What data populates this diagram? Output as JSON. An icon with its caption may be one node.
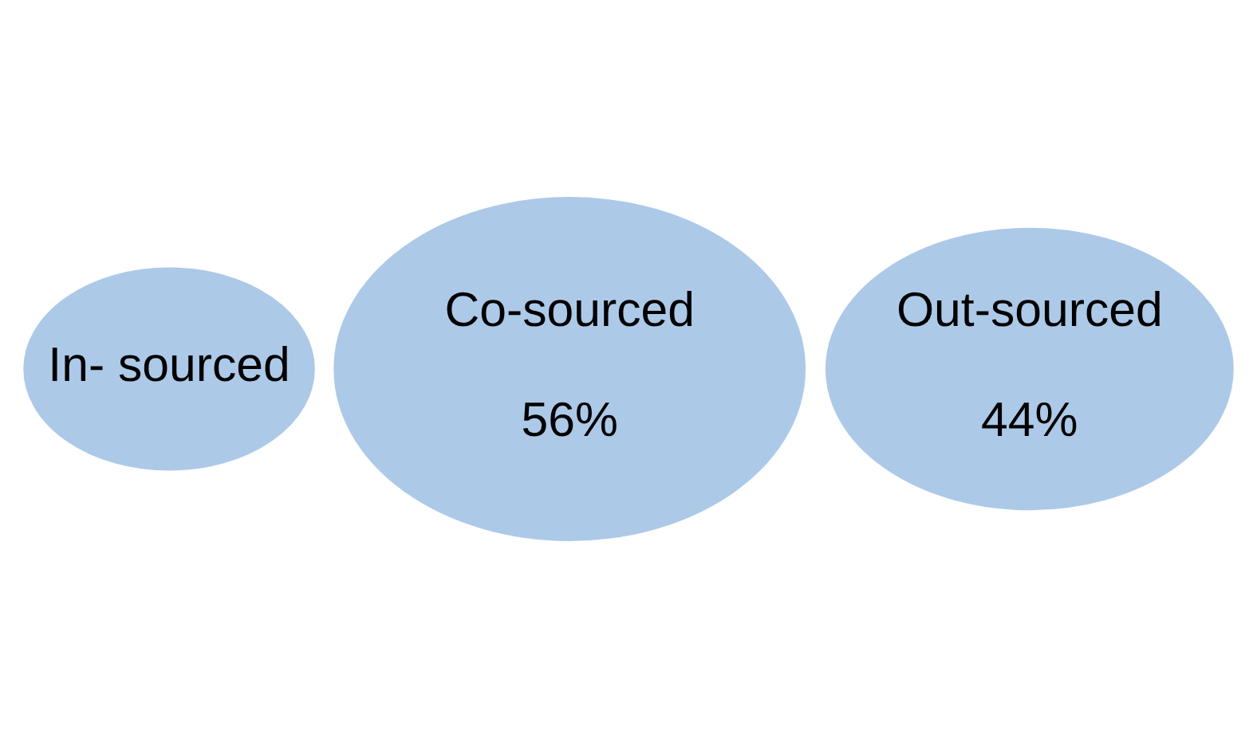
{
  "diagram": {
    "nodes": [
      {
        "text": [
          "In- sourced"
        ]
      },
      {
        "text": [
          "Co-sourced",
          "56%"
        ]
      },
      {
        "text": [
          "Out-sourced",
          "44%"
        ]
      }
    ]
  }
}
